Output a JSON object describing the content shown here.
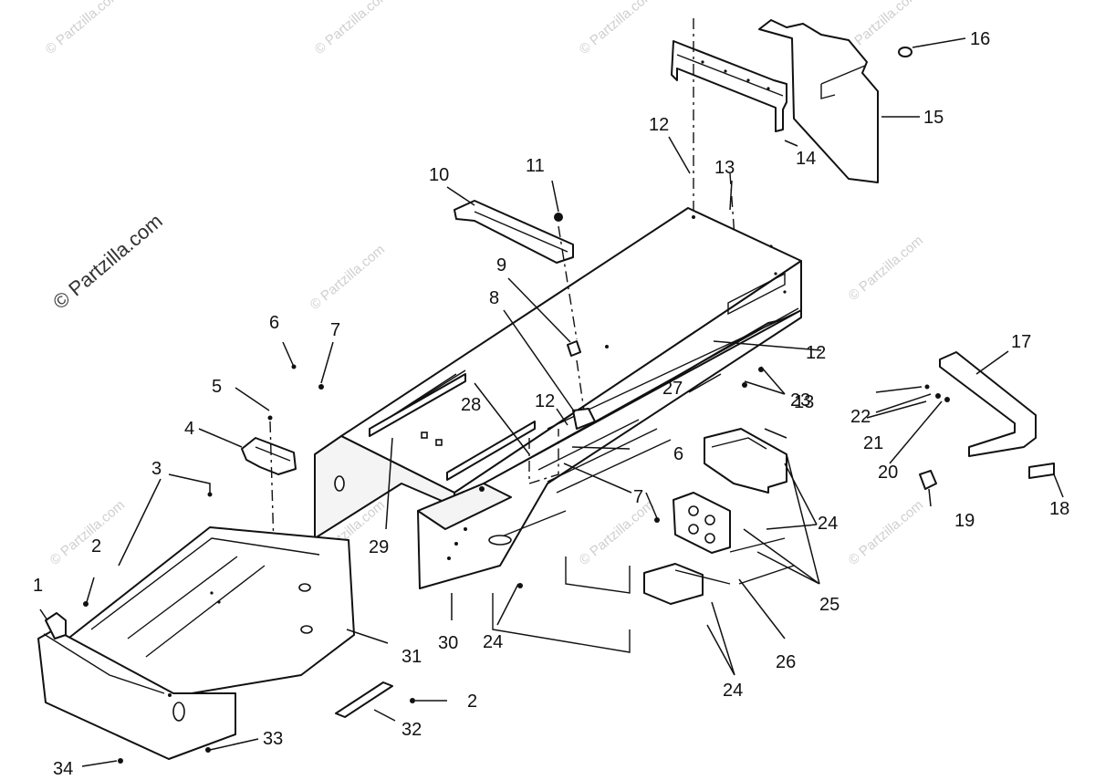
{
  "watermark": {
    "text": "© Partzilla.com",
    "brand_text": "© Partzilla.com"
  },
  "callouts": {
    "c1": "1",
    "c2a": "2",
    "c2b": "2",
    "c3": "3",
    "c4": "4",
    "c5": "5",
    "c6a": "6",
    "c6b": "6",
    "c7a": "7",
    "c7b": "7",
    "c8": "8",
    "c9": "9",
    "c10": "10",
    "c11": "11",
    "c12a": "12",
    "c12b": "12",
    "c12c": "12",
    "c13a": "13",
    "c13b": "13",
    "c14": "14",
    "c15": "15",
    "c16": "16",
    "c17": "17",
    "c18": "18",
    "c19": "19",
    "c20": "20",
    "c21": "21",
    "c22": "22",
    "c23": "23",
    "c24a": "24",
    "c24b": "24",
    "c24c": "24",
    "c25": "25",
    "c26": "26",
    "c27": "27",
    "c28": "28",
    "c29": "29",
    "c30": "30",
    "c31": "31",
    "c32": "32",
    "c33": "33",
    "c34": "34"
  }
}
